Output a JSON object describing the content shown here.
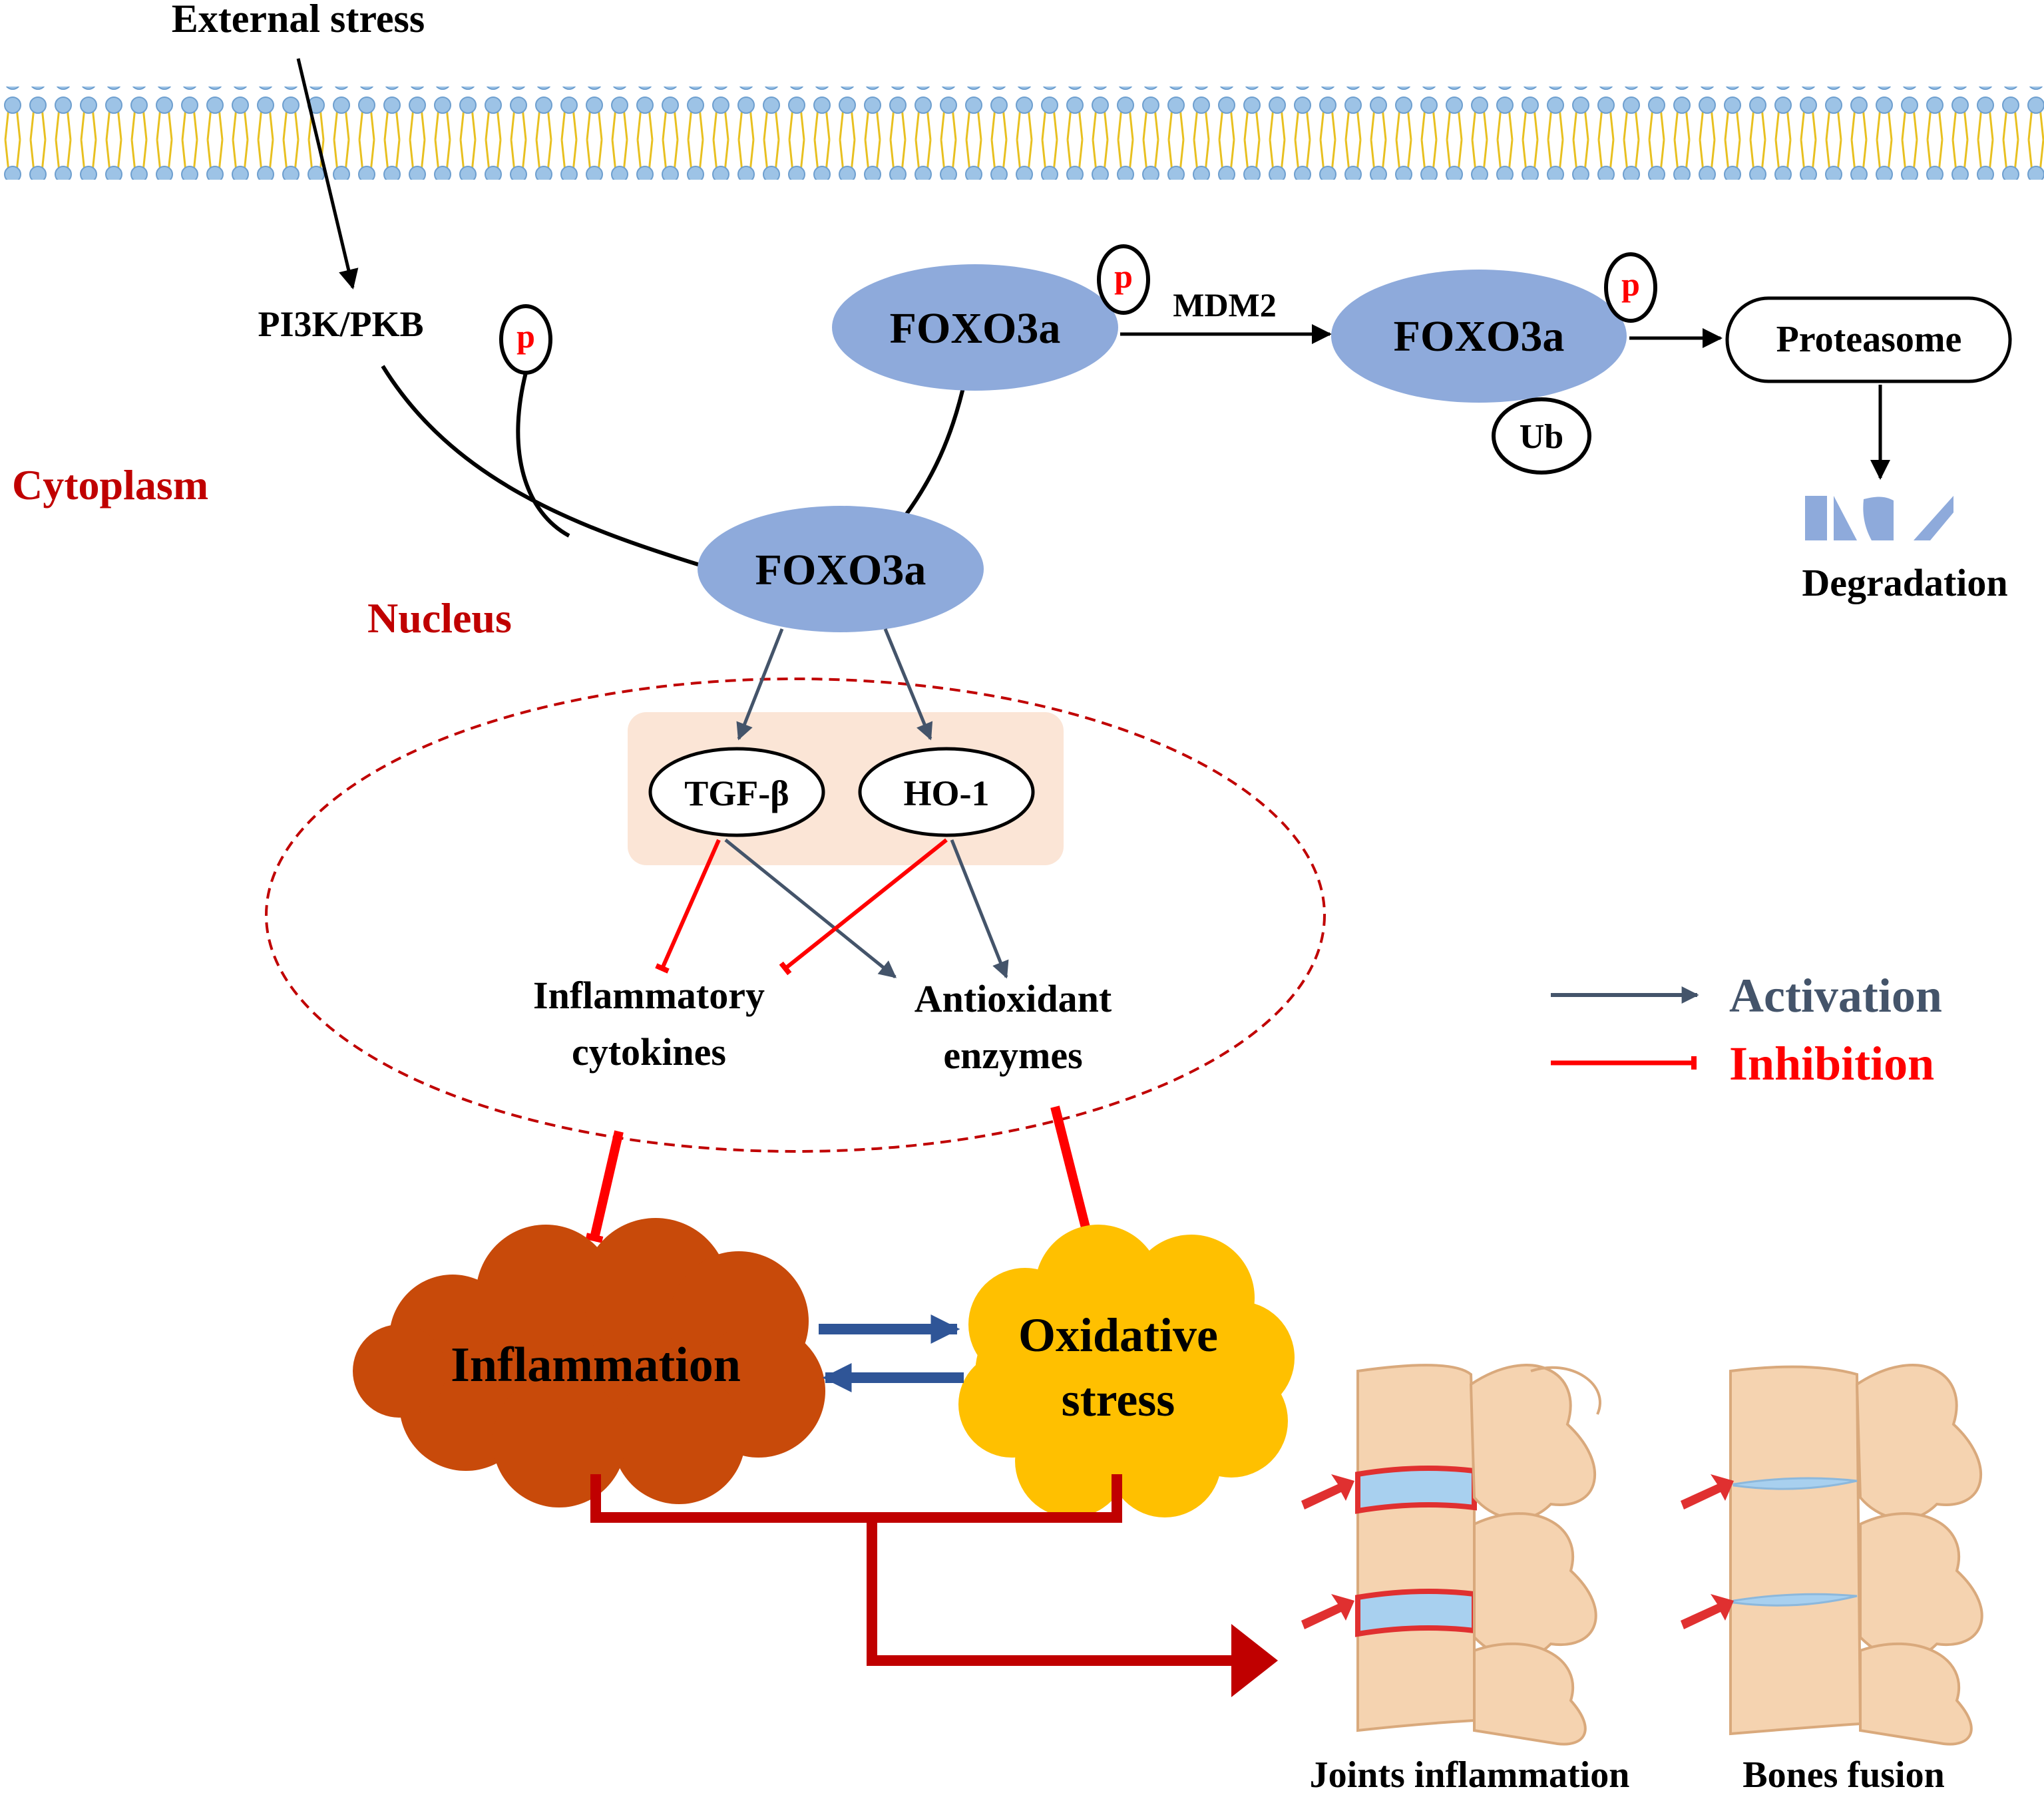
{
  "labels": {
    "external_stress": "External stress",
    "pi3k_pkb": "PI3K/PKB",
    "cytoplasm": "Cytoplasm",
    "nucleus": "Nucleus",
    "mdm2": "MDM2",
    "proteasome": "Proteasome",
    "degradation": "Degradation",
    "ub": "Ub",
    "p": "p",
    "foxo3a": "FOXO3a",
    "tgf_beta": "TGF-β",
    "ho1": "HO-1",
    "inflammatory_cytokines_line1": "Inflammatory",
    "inflammatory_cytokines_line2": "cytokines",
    "antioxidant_enzymes_line1": "Antioxidant",
    "antioxidant_enzymes_line2": "enzymes",
    "inflammation": "Inflammation",
    "oxidative_stress_line1": "Oxidative",
    "oxidative_stress_line2": "stress",
    "joints_inflammation": "Joints inflammation",
    "bones_fusion": "Bones fusion"
  },
  "legend": {
    "activation": "Activation",
    "inhibition": "Inhibition"
  },
  "colors": {
    "foxo_fill": "#8eaadb",
    "activation": "#44546a",
    "inhibition": "#ff0000",
    "compartment_label": "#c00000",
    "nucleus_border": "#c00000",
    "inflammation_cloud": "#c84a0a",
    "oxidative_cloud": "#ffc000",
    "feedback_arrow": "#2f5597",
    "pathway_arrow": "#c00000",
    "gene_box": "#fbe5d6",
    "membrane_head": "#9dc3e6",
    "membrane_tail": "#e8c020",
    "bone": "#f5d3b0",
    "disc": "#a8d0ef"
  }
}
